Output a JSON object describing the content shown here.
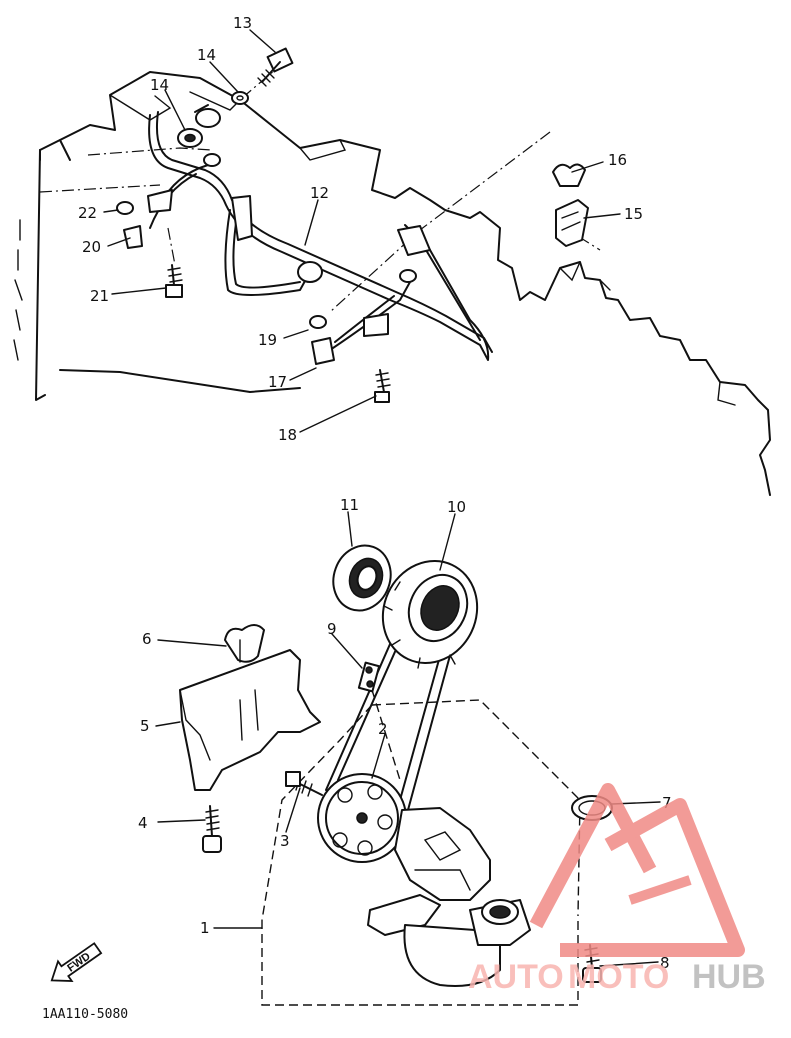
{
  "diagram_id": "1AA110-5080",
  "forward_arrow_label": "FWD",
  "watermark": {
    "part1": "AUTO",
    "part2": "MOTO",
    "part3": "HUB",
    "color_red": "#f8b4b0",
    "color_gray": "#b8b8b8"
  },
  "callouts": {
    "c1": "1",
    "c2": "2",
    "c3": "3",
    "c4": "4",
    "c5": "5",
    "c6": "6",
    "c7": "7",
    "c8": "8",
    "c9": "9",
    "c10": "10",
    "c11": "11",
    "c12": "12",
    "c13": "13",
    "c14a": "14",
    "c14b": "14",
    "c15": "15",
    "c16": "16",
    "c17": "17",
    "c18": "18",
    "c19": "19",
    "c20": "20",
    "c21": "21",
    "c22": "22"
  }
}
